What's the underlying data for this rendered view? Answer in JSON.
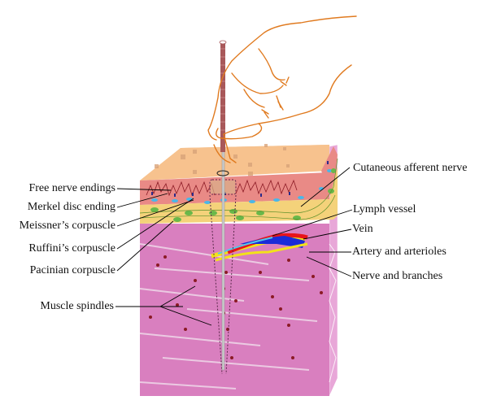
{
  "diagram": {
    "subject": "Acupuncture needle inserted through skin layers into muscle",
    "colors": {
      "skin_surface": "#f7c28e",
      "epidermis": "#e98a86",
      "dermis_yellow": "#f4d27a",
      "muscle": "#d97fbf",
      "hand_outline": "#e07a1f",
      "needle_handle": "#a8585a",
      "needle_shaft": "#c9c9c9",
      "artery": "#e8141b",
      "vein": "#1a2bd8",
      "lymph": "#56c6e8",
      "nerve": "#f2e21a"
    },
    "labels_left": [
      {
        "text": "Free nerve endings"
      },
      {
        "text": "Merkel disc ending"
      },
      {
        "text": "Meissner’s corpuscle"
      },
      {
        "text": "Ruffini’s corpuscle"
      },
      {
        "text": "Pacinian corpuscle"
      },
      {
        "text": "Muscle spindles"
      }
    ],
    "labels_right": [
      {
        "text": "Cutaneous afferent nerve"
      },
      {
        "text": "Lymph vessel"
      },
      {
        "text": "Vein"
      },
      {
        "text": "Artery and arterioles"
      },
      {
        "text": "Nerve and branches"
      }
    ]
  }
}
